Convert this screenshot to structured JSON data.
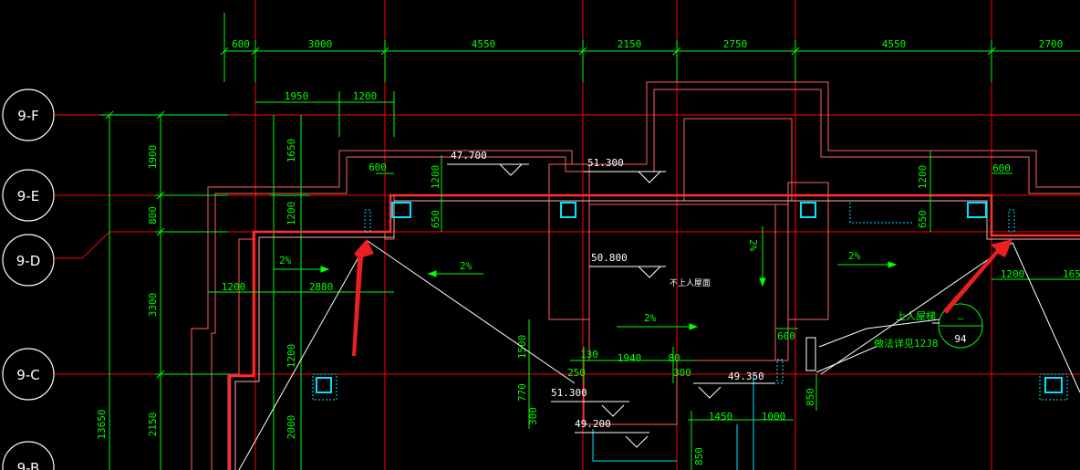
{
  "drawing": {
    "axis_labels": [
      "9-F",
      "9-E",
      "9-D",
      "9-C",
      "9-B"
    ],
    "top_dimensions": [
      "600",
      "3000",
      "4550",
      "2150",
      "2750",
      "4550",
      "2700"
    ],
    "left_dimensions": [
      "1900",
      "800",
      "3300",
      "2150",
      "13650"
    ],
    "inner_dimensions": {
      "d1950": "1950",
      "d1200a": "1200",
      "d1650": "1650",
      "d1200b": "1200",
      "d1200c": "1200",
      "d600a": "600",
      "d1200d": "1200",
      "d650a": "650",
      "d1200e": "1200",
      "d2880": "2880",
      "d1200f": "1200",
      "d1200g": "1200",
      "d2000": "2000",
      "d1200h": "1200",
      "d650b": "650",
      "d600b": "600",
      "d1200i": "1200",
      "d165": "165",
      "d1500": "1500",
      "d770": "770",
      "d300": "300",
      "d130": "130",
      "d1940": "1940",
      "d80": "80",
      "d250": "250",
      "d300b": "300",
      "d1450": "1450",
      "d1000": "1000",
      "d850a": "850",
      "d850b": "850",
      "d600c": "600"
    },
    "elevations": [
      "47.700",
      "51.300",
      "50.800",
      "49.350",
      "51.300",
      "49.200"
    ],
    "slopes": [
      "2%",
      "2%",
      "2%",
      "2%",
      "2%"
    ],
    "notes": {
      "roof_note": "不上人屋面",
      "downpipe_note": "上人屋梯",
      "detail_ref": "做法详见12J8"
    },
    "detail_symbol": {
      "top": "—",
      "bottom": "94"
    },
    "colors": {
      "background": "#000000",
      "axis_line": "#ff0000",
      "wall": "#ff5050",
      "dimension": "#00ff00",
      "column": "#00e5ff",
      "text": "#ffffff",
      "highlight_wall": "#ff2a2a",
      "arrow": "#e82020"
    }
  }
}
